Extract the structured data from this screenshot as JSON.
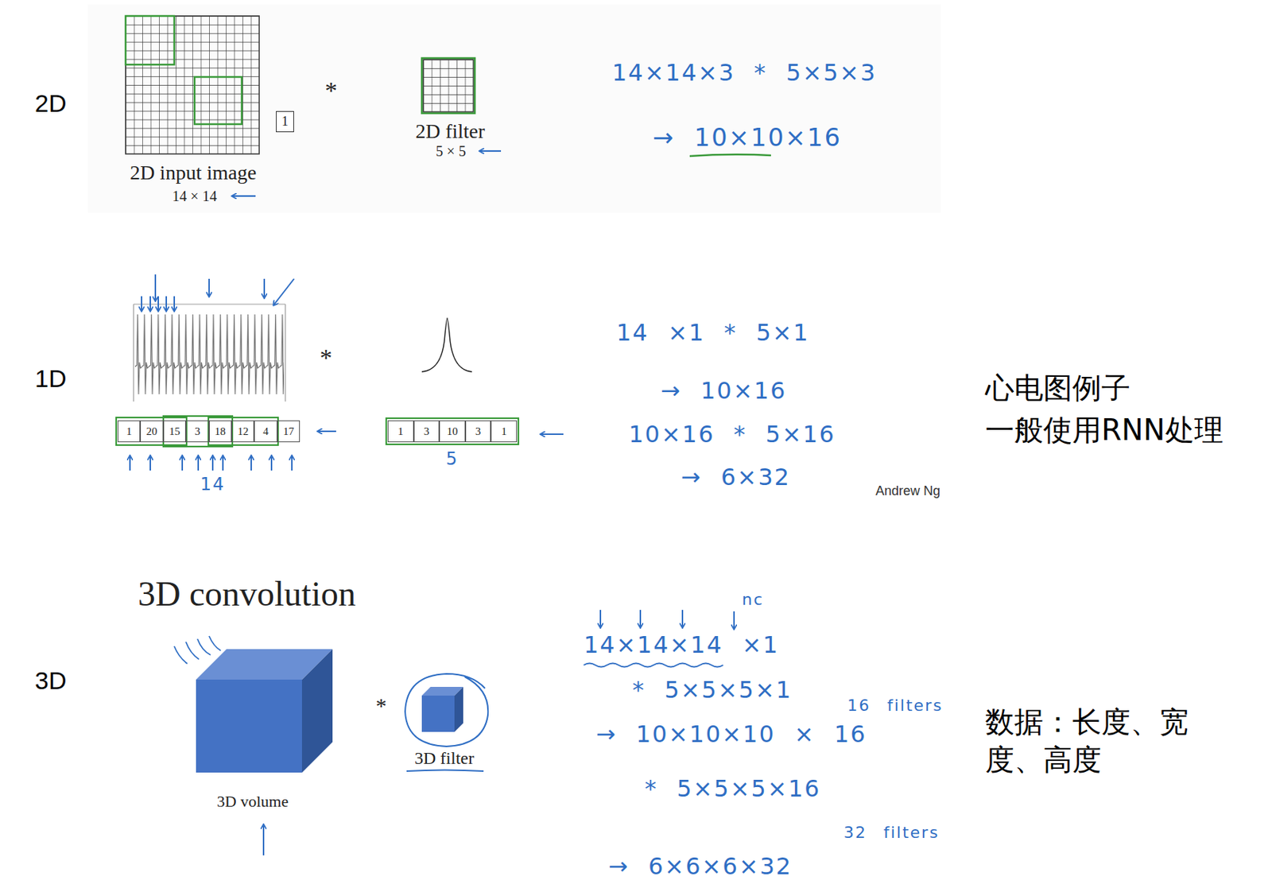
{
  "diagram": {
    "nodes": [
      {
        "text": [
          "1"
        ]
      }
    ],
    "labels": [
      "2D",
      "2D input image",
      "14 × 14",
      "*",
      "2D filter",
      "5 × 5",
      "14×14×3 * 5×5×3",
      "→ 10×10×16",
      "1D",
      "*",
      "1",
      "20",
      "15",
      "3",
      "18",
      "12",
      "4",
      "17",
      "14",
      "1",
      "3",
      "10",
      "3",
      "1",
      "5",
      "14 ×1 * 5×1",
      "→ 10×16",
      "10×16 * 5×16",
      "→ 6×32",
      "Andrew Ng",
      "心电图例子",
      "一般使用RNN处理",
      "3D convolution",
      "3D",
      "*",
      "3D volume",
      "3D filter",
      "nc",
      "14×14×14 ×1",
      "* 5×5×5×1",
      "16 filters",
      "→ 10×10×10 × 16",
      "* 5×5×5×16",
      "32 filters",
      "→ 6×6×6×32",
      "数据：长度、宽度、高度"
    ]
  }
}
